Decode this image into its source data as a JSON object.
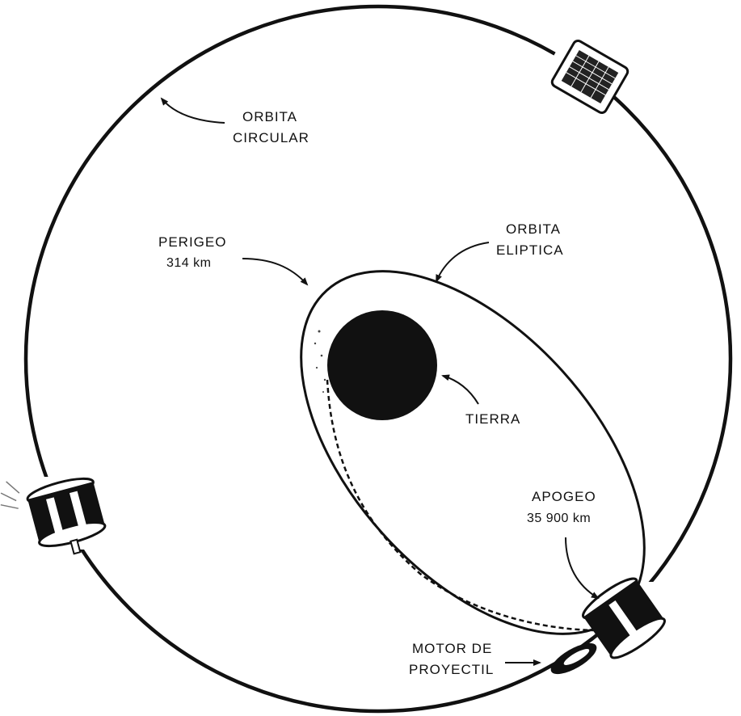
{
  "labels": {
    "orbita_circular": [
      "ORBITA",
      "CIRCULAR"
    ],
    "orbita_eliptica": [
      "ORBITA",
      "ELIPTICA"
    ],
    "perigeo": [
      "PERIGEO",
      "314 km"
    ],
    "apogeo": [
      "APOGEO",
      "35 900 km"
    ],
    "tierra": "TIERRA",
    "motor": [
      "MOTOR DE",
      "PROYECTIL"
    ]
  },
  "colors": {
    "ink": "#111111",
    "background": "#ffffff"
  }
}
